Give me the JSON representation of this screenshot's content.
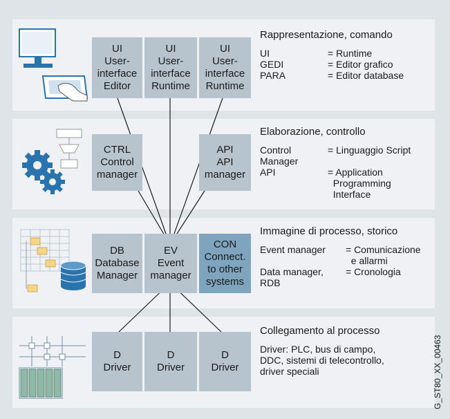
{
  "layers": [
    {
      "boxes": [
        {
          "lines": [
            "UI",
            "User-",
            "interface",
            "Editor"
          ]
        },
        {
          "lines": [
            "UI",
            "User-",
            "interface",
            "Runtime"
          ]
        },
        {
          "lines": [
            "UI",
            "User-",
            "interface",
            "Runtime"
          ]
        }
      ],
      "info": {
        "heading": "Rappresentazione, comando",
        "rows": [
          {
            "key": "UI",
            "value": "= Runtime"
          },
          {
            "key": "GEDI",
            "value": "= Editor grafico"
          },
          {
            "key": "PARA",
            "value": "= Editor database"
          }
        ]
      }
    },
    {
      "boxes": [
        {
          "lines": [
            "CTRL",
            "Control",
            "manager"
          ]
        },
        {
          "lines": [
            "API",
            "API",
            "manager"
          ]
        }
      ],
      "info": {
        "heading": "Elaborazione, controllo",
        "rows": [
          {
            "key": "Control",
            "value": "= Linguaggio Script"
          },
          {
            "key": "Manager",
            "value": ""
          },
          {
            "key": "API",
            "value": "= Application"
          },
          {
            "key": "",
            "value": "  Programming"
          },
          {
            "key": "",
            "value": "  Interface"
          }
        ]
      }
    },
    {
      "boxes": [
        {
          "lines": [
            "DB",
            "Database",
            "Manager"
          ]
        },
        {
          "lines": [
            "EV",
            "Event",
            "manager"
          ]
        },
        {
          "lines": [
            "CON",
            "Connect.",
            "to other",
            "systems"
          ]
        }
      ],
      "info": {
        "heading": "Immagine di processo, storico",
        "rows": [
          {
            "key": "Event manager",
            "value": "= Comunicazione"
          },
          {
            "key": "",
            "value": "  e allarmi"
          },
          {
            "key": "Data manager,",
            "value": "= Cronologia"
          },
          {
            "key": "RDB",
            "value": ""
          }
        ]
      }
    },
    {
      "boxes": [
        {
          "lines": [
            "D",
            "Driver"
          ]
        },
        {
          "lines": [
            "D",
            "Driver"
          ]
        },
        {
          "lines": [
            "D",
            "Driver"
          ]
        }
      ],
      "info": {
        "heading": "Collegamento al processo",
        "rows": [
          {
            "key": "",
            "value": "Driver: PLC, bus di campo,"
          },
          {
            "key": "",
            "value": "DDC, sistemi di telecontrollo,"
          },
          {
            "key": "",
            "value": "driver speciali"
          }
        ]
      }
    }
  ],
  "figure_id": "G_ST80_XX_00463",
  "icons": [
    "computer-touch-icon",
    "gears-flowchart-icon",
    "database-grid-icon",
    "plc-bus-icon"
  ],
  "colors": {
    "background": "#dfe4e9",
    "panel": "#eff1f4",
    "box": "#b8c4cd",
    "box_highlight": "#7fa4bd",
    "line": "#1a1a1a"
  }
}
